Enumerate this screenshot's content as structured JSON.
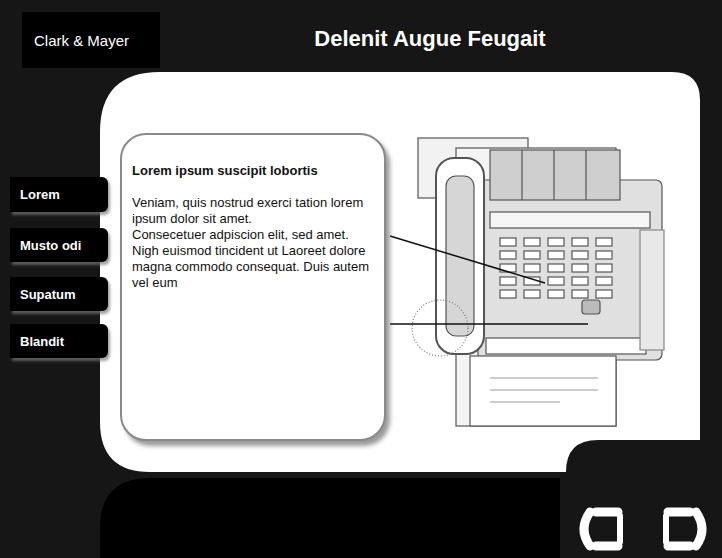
{
  "diagram": {
    "title": "Delenit Augue Feugait",
    "nodes": [
      {
        "text": [
          "Clark & Mayer"
        ]
      },
      {
        "text": [
          "Lorem"
        ]
      },
      {
        "text": [
          "Musto odi"
        ]
      },
      {
        "text": [
          "Supatum"
        ]
      },
      {
        "text": [
          "Blandit"
        ]
      },
      {
        "text": [
          "Lorem ipsum suscipit lobortis",
          "Veniam, quis nostrud exerci tation lorem ipsum dolor sit amet.",
          "Consecetuer adpiscion elit, sed amet. Nigh euismod tincident ut Laoreet dolore magna commodo consequat.  Duis autem vel eum"
        ]
      }
    ]
  }
}
